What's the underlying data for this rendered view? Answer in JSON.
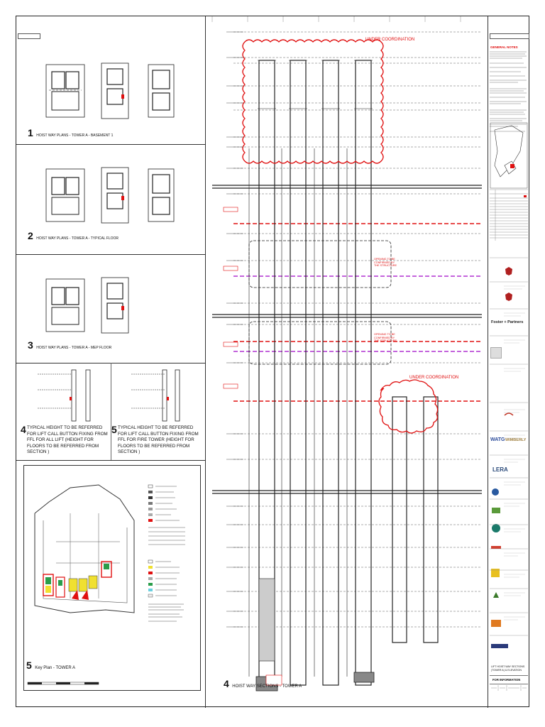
{
  "views": {
    "v1": {
      "num": "1",
      "title": "HOIST WAY PLANS - TOWER A - BASEMENT 1"
    },
    "v2": {
      "num": "2",
      "title": "HOIST WAY PLANS - TOWER A - TYPICAL FLOOR"
    },
    "v3": {
      "num": "3",
      "title": "HOIST WAY PLANS - TOWER A - MEP FLOOR"
    },
    "v4": {
      "num": "4",
      "title": "TYPICAL HEIGHT TO BE REFERRED FOR LIFT CALL BUTTON  FIXING FROM FFL FOR ALL LIFT  (HEIGHT FOR FLOORS TO BE REFERRED FROM SECTION )"
    },
    "v5": {
      "num": "5",
      "title": "TYPICAL HEIGHT TO BE REFERRED FOR LIFT CALL BUTTON  FIXING FROM FFL FOR FIRE TOWER  (HEIGHT FOR FLOORS TO BE REFERRED FROM SECTION )"
    },
    "v6": {
      "num": "5",
      "title": "Key Plan - TOWER A"
    },
    "section": {
      "num": "4",
      "title": "HOIST WAY SECTIONS - TOWER A"
    }
  },
  "annotations": {
    "under_coordination": "UNDER COORDINATION",
    "opening_note": "OPENING TO BE CONFIRMED BY THE STRUCTURE"
  },
  "title_block": {
    "general_notes": "GENERAL NOTES",
    "sheet_title": "LIFT HOIST WAY SECTIONS (TOWER A) & ELEVATION",
    "status": "FOR INFORMATION",
    "logos": [
      "Foster + Partners",
      "WATG",
      "WIMBERLY",
      "LERA"
    ]
  },
  "colors": {
    "red": "#e01010",
    "magenta": "#b030d0",
    "yellow": "#f0e030",
    "linework": "#222222"
  }
}
